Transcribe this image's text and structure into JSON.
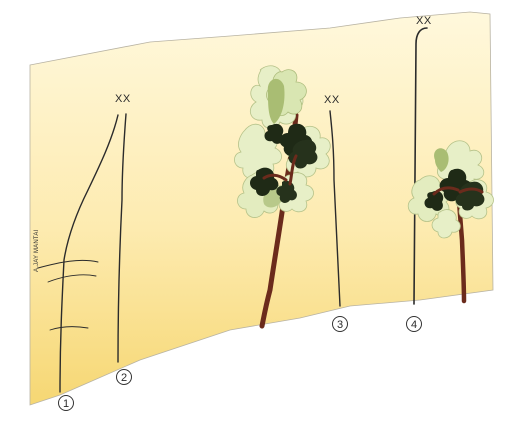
{
  "credit": "A.JAY MANTAI",
  "top_markers": [
    {
      "text": "XX"
    },
    {
      "text": "XX"
    },
    {
      "text": "XX"
    }
  ],
  "numbers": [
    "1",
    "2",
    "3",
    "4"
  ],
  "colors": {
    "background_top": "#fff6d2",
    "background_bottom": "#f7dc7e",
    "line": "#2b2b2b",
    "trunk": "#6b2b1c",
    "leaf_dark": "#1f2a16",
    "leaf_mid": "#b8c98a",
    "leaf_light": "#e7efc7"
  }
}
